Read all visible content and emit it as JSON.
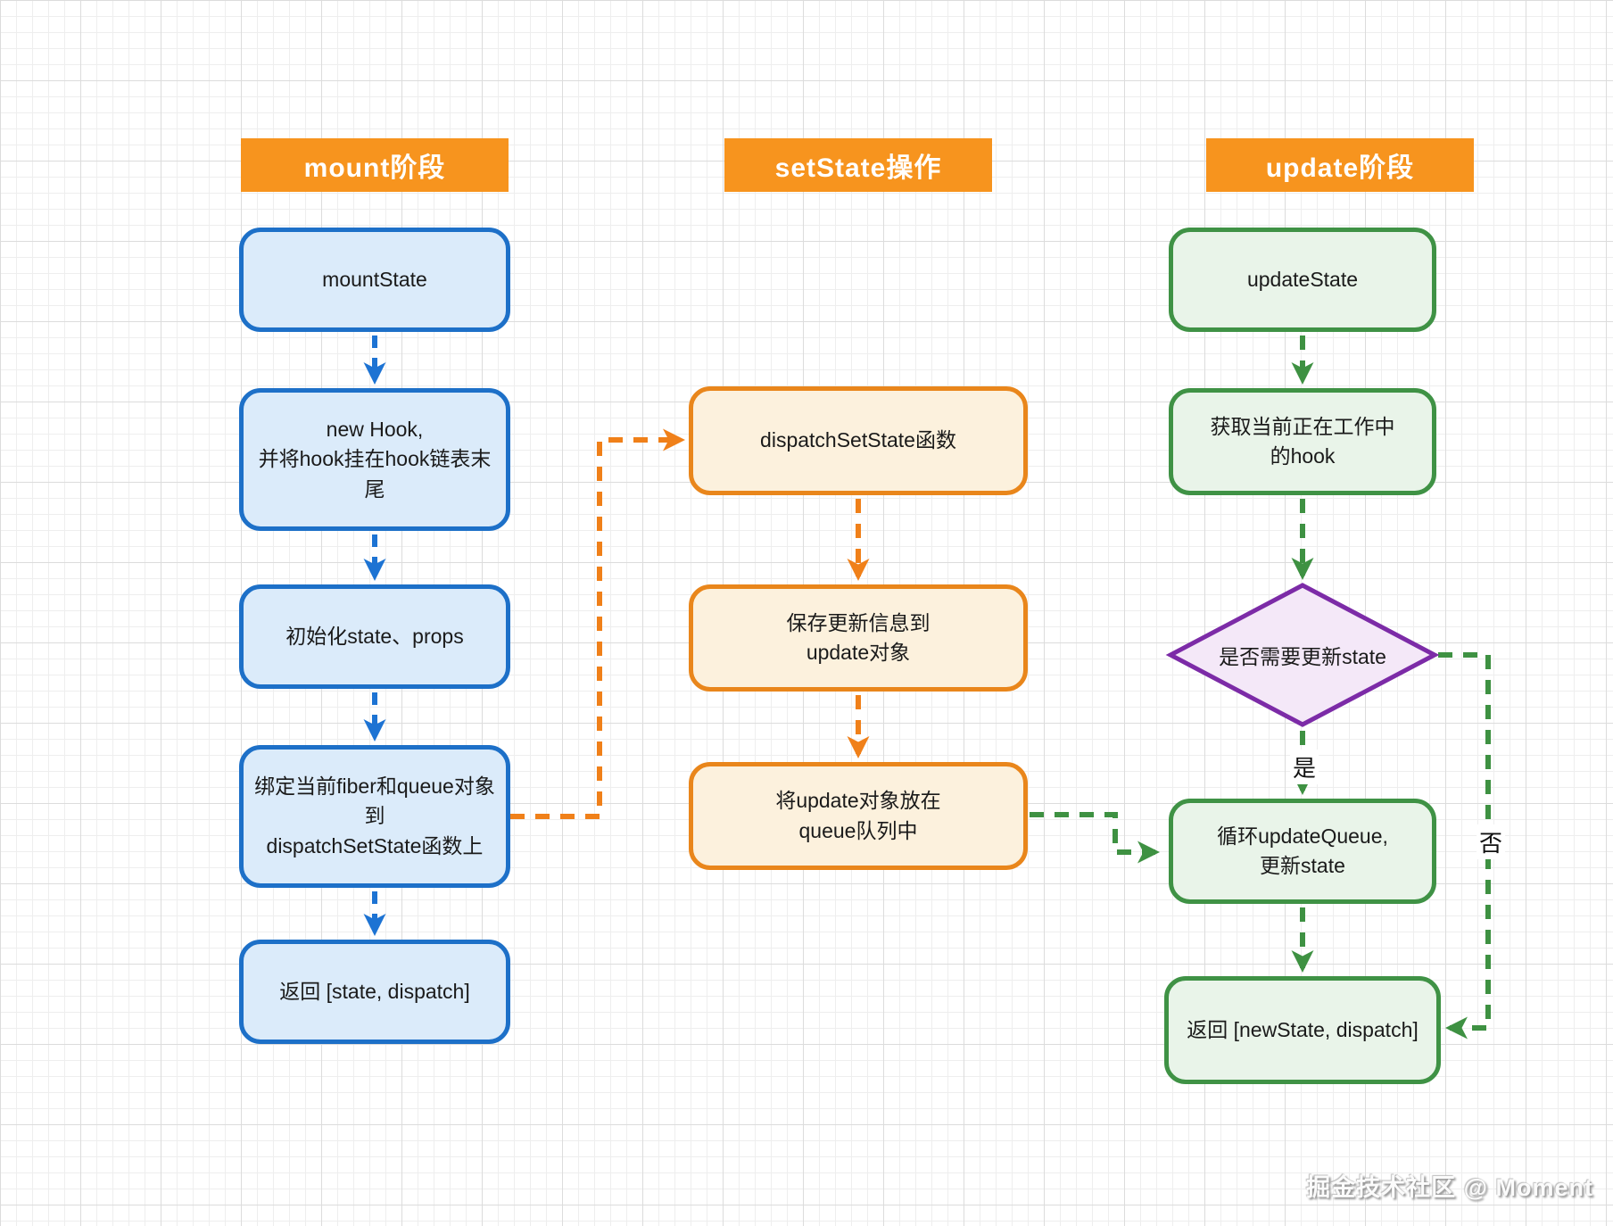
{
  "diagram": {
    "watermark": "掘金技术社区 @ Moment",
    "labels": {
      "yes": "是",
      "no": "否"
    },
    "colors": {
      "header_bg": "#F7941E",
      "header_text": "#FFFFFF",
      "blue_border": "#1D70C8",
      "blue_fill": "#DBEBFA",
      "blue_arrow": "#1D73D3",
      "orange_border": "#E9861B",
      "orange_fill": "#FCF1DD",
      "orange_arrow": "#F08019",
      "green_border": "#3F9245",
      "green_fill": "#E9F4E9",
      "green_arrow": "#3E9142",
      "purple_border": "#7C2BA7",
      "purple_fill": "#F4E8F8"
    },
    "columns": [
      {
        "header": "mount阶段",
        "theme": "blue",
        "nodes": [
          {
            "label": "mountState"
          },
          {
            "label": "new Hook,\n并将hook挂在hook链表末尾"
          },
          {
            "label": "初始化state、props"
          },
          {
            "label": "绑定当前fiber和queue对象\n到\ndispatchSetState函数上"
          },
          {
            "label": "返回 [state, dispatch]"
          }
        ]
      },
      {
        "header": "setState操作",
        "theme": "orange",
        "nodes": [
          {
            "label": "dispatchSetState函数"
          },
          {
            "label": "保存更新信息到\nupdate对象"
          },
          {
            "label": "将update对象放在\nqueue队列中"
          }
        ]
      },
      {
        "header": "update阶段",
        "theme": "green",
        "nodes": [
          {
            "label": "updateState"
          },
          {
            "label": "获取当前正在工作中\n的hook"
          },
          {
            "label": "是否需要更新state",
            "shape": "diamond"
          },
          {
            "label": "循环updateQueue,\n更新state"
          },
          {
            "label": "返回 [newState, dispatch]"
          }
        ]
      }
    ]
  }
}
